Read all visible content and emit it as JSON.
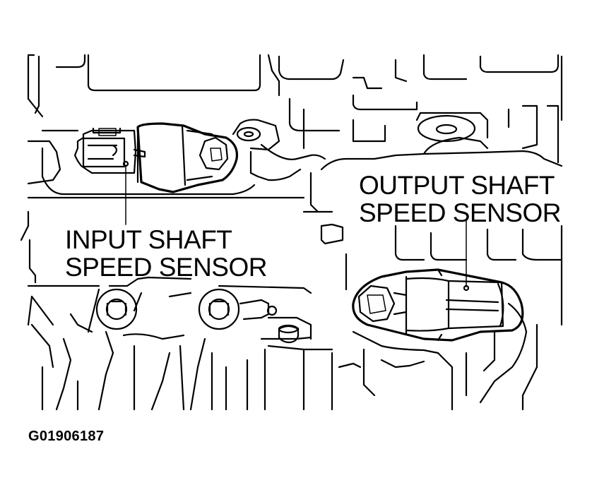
{
  "labels": {
    "input_sensor_line1": "INPUT SHAFT",
    "input_sensor_line2": "SPEED SENSOR",
    "output_sensor_line1": "OUTPUT SHAFT",
    "output_sensor_line2": "SPEED SENSOR"
  },
  "figure_id": "G01906187"
}
